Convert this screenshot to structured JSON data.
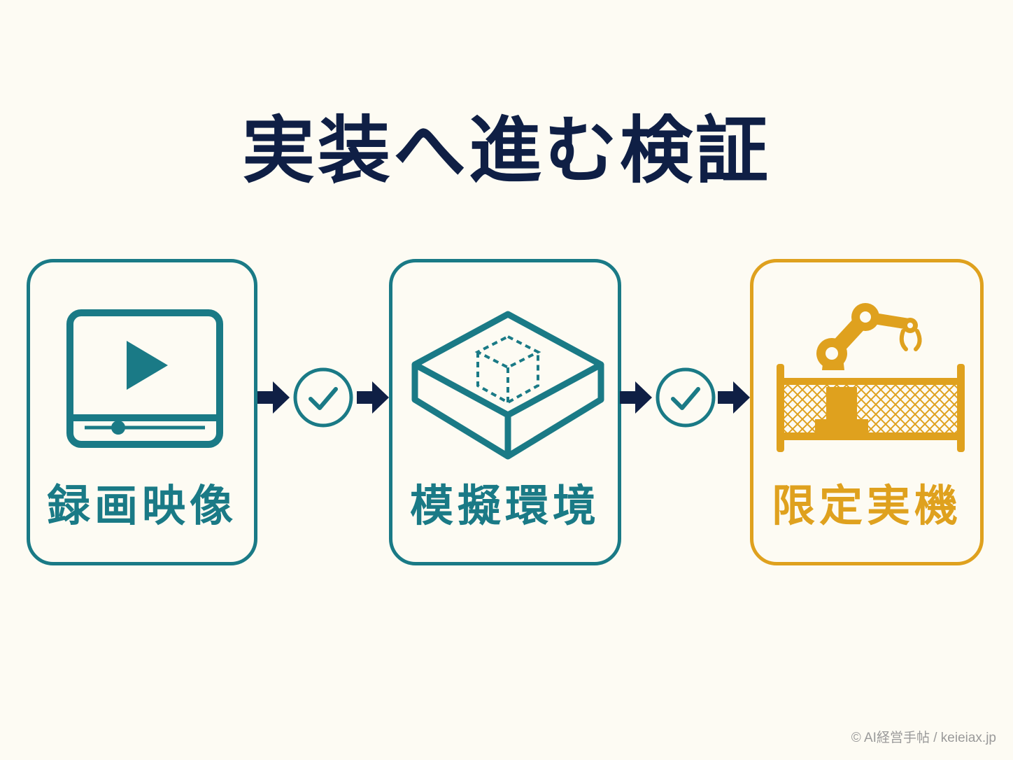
{
  "title": "実装へ進む検証",
  "steps": [
    {
      "label": "録画映像",
      "icon": "video-player-icon",
      "accent": "#1a7a86"
    },
    {
      "label": "模擬環境",
      "icon": "simulation-box-icon",
      "accent": "#1a7a86"
    },
    {
      "label": "限定実機",
      "icon": "robot-arm-enclosure-icon",
      "accent": "#dfa11e"
    }
  ],
  "connector_icons": [
    "arrow-right-icon",
    "check-circle-icon"
  ],
  "colors": {
    "background": "#fdfbf3",
    "title": "#0f1f45",
    "teal": "#1a7a86",
    "gold": "#dfa11e",
    "arrow": "#0f1f45"
  },
  "credit": "© AI経営手帖 / keieiax.jp"
}
